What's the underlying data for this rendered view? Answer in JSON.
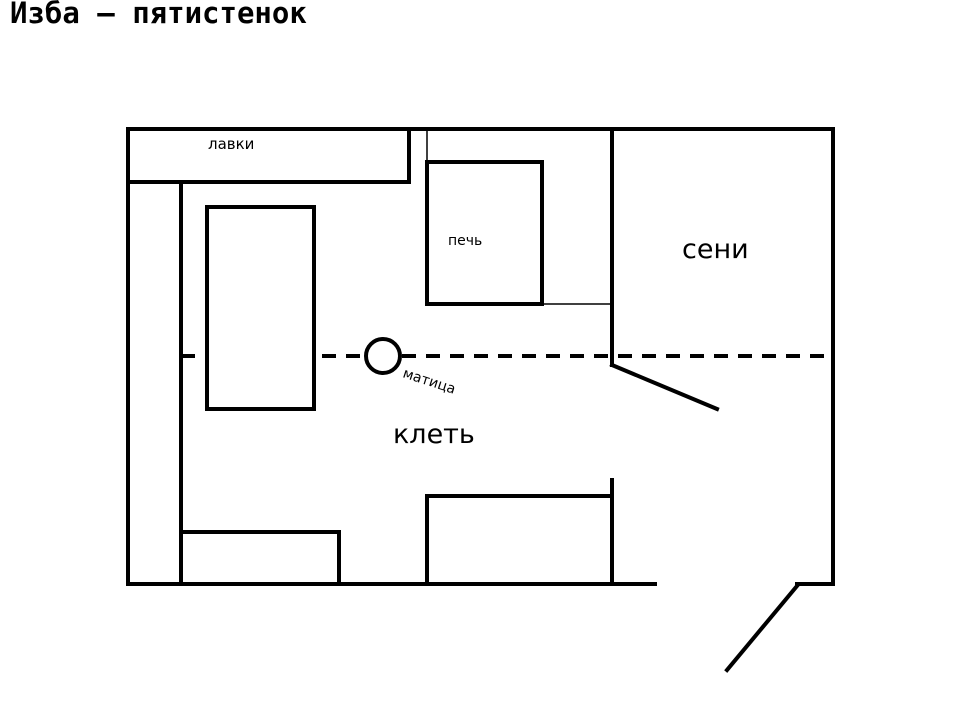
{
  "title": "Изба – пятистенок",
  "labels": {
    "benches": "лавки",
    "stove": "печь",
    "entry_hall": "сени",
    "beam": "матица",
    "room": "клеть"
  },
  "colors": {
    "ink": "#000000",
    "background": "#ffffff"
  }
}
